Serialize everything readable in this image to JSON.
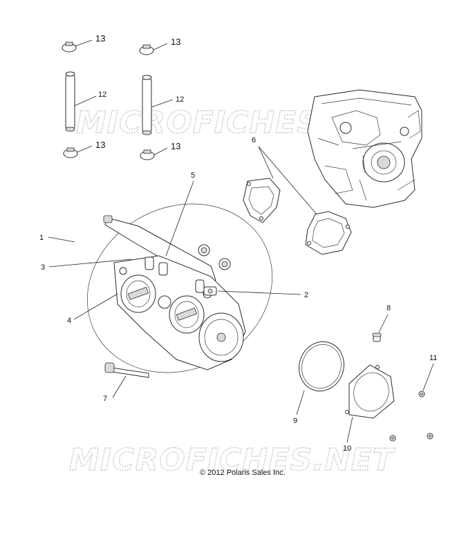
{
  "callouts": {
    "c1": "1",
    "c2": "2",
    "c3": "3",
    "c4": "4",
    "c5": "5",
    "c6": "6",
    "c7": "7",
    "c8": "8",
    "c9": "9",
    "c10": "10",
    "c11": "11",
    "c12a": "12",
    "c12b": "12",
    "c13a": "13",
    "c13b": "13",
    "c13c": "13",
    "c13d": "13"
  },
  "watermark": "MICROFICHES.NET",
  "copyright": "© 2012 Polaris Sales Inc."
}
